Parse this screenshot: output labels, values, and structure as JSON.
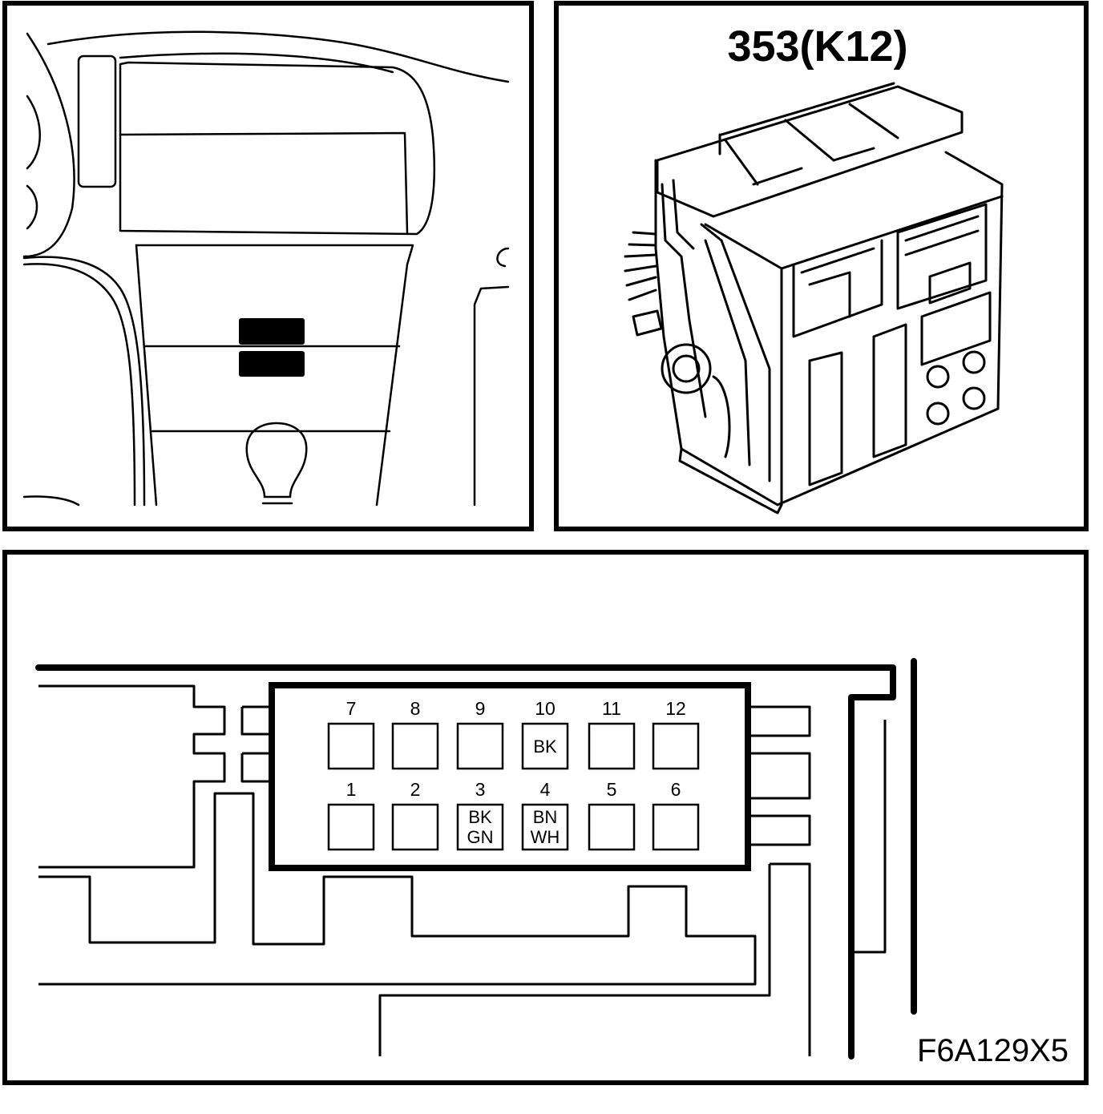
{
  "connector_title": "353(K12)",
  "figure_code": "F6A129X5",
  "pins": [
    {
      "num": "7",
      "colors": []
    },
    {
      "num": "8",
      "colors": []
    },
    {
      "num": "9",
      "colors": []
    },
    {
      "num": "10",
      "colors": [
        "BK"
      ]
    },
    {
      "num": "11",
      "colors": []
    },
    {
      "num": "12",
      "colors": []
    },
    {
      "num": "1",
      "colors": []
    },
    {
      "num": "2",
      "colors": []
    },
    {
      "num": "3",
      "colors": [
        "BK",
        "GN"
      ]
    },
    {
      "num": "4",
      "colors": [
        "BN",
        "WH"
      ]
    },
    {
      "num": "5",
      "colors": []
    },
    {
      "num": "6",
      "colors": []
    }
  ]
}
